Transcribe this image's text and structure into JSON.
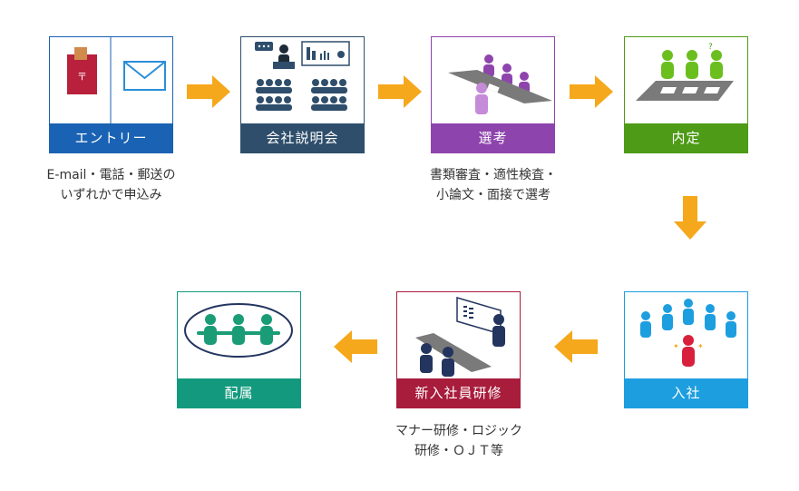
{
  "steps": [
    {
      "label": "エントリー",
      "color": "#1a62b3"
    },
    {
      "label": "会社説明会",
      "color": "#2e4e6b"
    },
    {
      "label": "選考",
      "color": "#8e44ad"
    },
    {
      "label": "内定",
      "color": "#4d9b16"
    },
    {
      "label": "入社",
      "color": "#1d9edf"
    },
    {
      "label": "新入社員研修",
      "color": "#a81c3c"
    },
    {
      "label": "配属",
      "color": "#139a7e"
    }
  ],
  "captions": {
    "entry": [
      "E-mail・電話・郵送の",
      "いずれかで申込み"
    ],
    "selection": [
      "書類審査・適性検査・",
      "小論文・面接で選考"
    ],
    "training": [
      "マナー研修・ロジック",
      "研修・ＯＪＴ等"
    ]
  },
  "arrow_color": "#f5a81b"
}
